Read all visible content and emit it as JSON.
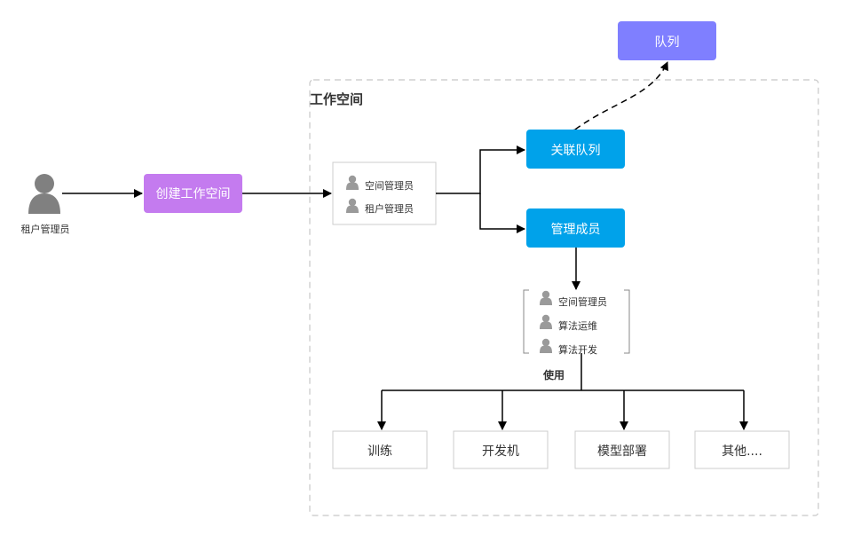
{
  "actor": {
    "label": "租户管理员",
    "icon": "person-icon"
  },
  "create_workspace": {
    "label": "创建工作空间",
    "color": "#C47BEF"
  },
  "workspace": {
    "title": "工作空间"
  },
  "queue": {
    "label": "队列",
    "color": "#7F7FFF"
  },
  "link_queue": {
    "label": "关联队列",
    "color": "#00A2EA"
  },
  "manage_members": {
    "label": "管理成员",
    "color": "#00A2EA"
  },
  "admin_roles": [
    "空间管理员",
    "租户管理员"
  ],
  "member_roles": [
    "空间管理员",
    "算法运维",
    "算法开发"
  ],
  "use_label": "使用",
  "functions": [
    "训练",
    "开发机",
    "模型部署",
    "其他...."
  ]
}
